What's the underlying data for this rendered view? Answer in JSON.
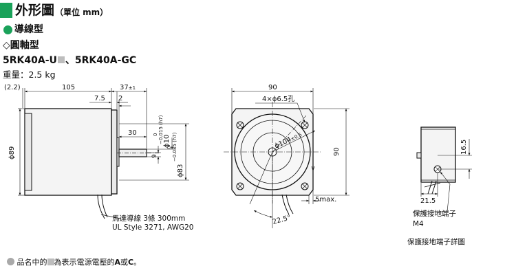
{
  "header": {
    "title": "外形圖",
    "unit": "（單位 mm）",
    "type_label": "導線型",
    "shaft_label": "◇圓軸型",
    "model_a": "5RK40A-U",
    "model_sep": "、",
    "model_b": "5RK40A-GC",
    "weight": "重量：2.5 kg"
  },
  "side_view": {
    "dim_offset": "(2.2)",
    "dim_body": "105",
    "dim_shaft": "37",
    "dim_shaft_tol": "±1",
    "dim_7_5": "7.5",
    "dim_2": "2",
    "dim_30": "30",
    "dim_9": "9",
    "dim_shaft_dia": "ϕ10",
    "dim_shaft_dia_tol_upper": "0",
    "dim_shaft_dia_tol_lower": "−0.015 (h7)",
    "dim_pilot": "ϕ83",
    "dim_pilot_tol_upper": "0",
    "dim_pilot_tol_lower": "−0.035 (h7)",
    "dim_body_dia": "ϕ89",
    "lead_line1": "馬達導線 3條 300mm",
    "lead_line2": "UL Style 3271, AWG20"
  },
  "front_view": {
    "dim_width": "90",
    "dim_height": "90",
    "dim_holes": "4×ϕ6.5孔",
    "dim_pcd": "ϕ104",
    "dim_pcd_tol": "±0.5",
    "dim_5max": "5max.",
    "dim_angle": "22.5°"
  },
  "ground_detail": {
    "dim_16_5": "16.5",
    "dim_21_5": "21.5",
    "label": "保護接地端子",
    "screw": "M4",
    "caption": "保護接地端子詳圖"
  },
  "footnote": {
    "pre": "品名中的",
    "post": "為表示電源電壓的",
    "a": "A",
    "or": "或",
    "c": "C",
    "end": "。"
  }
}
